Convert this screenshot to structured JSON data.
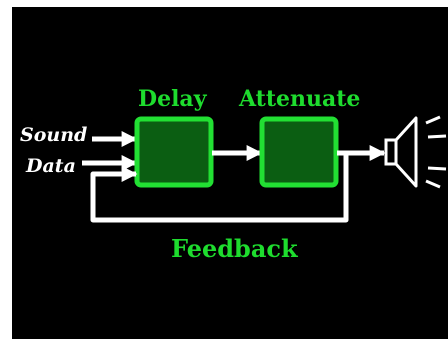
{
  "diagram": {
    "input_label_line1": "Sound",
    "input_label_line2": "Data",
    "block_delay_label": "Delay",
    "block_attenuate_label": "Attenuate",
    "feedback_label": "Feedback"
  },
  "colors": {
    "background": "#000000",
    "page_border": "#ffffff",
    "block_fill": "#0b5e12",
    "block_stroke": "#22e033",
    "arrow": "#ffffff",
    "label_green": "#1edc2e",
    "label_white": "#ffffff"
  },
  "icons": {
    "output": "speaker-icon"
  }
}
